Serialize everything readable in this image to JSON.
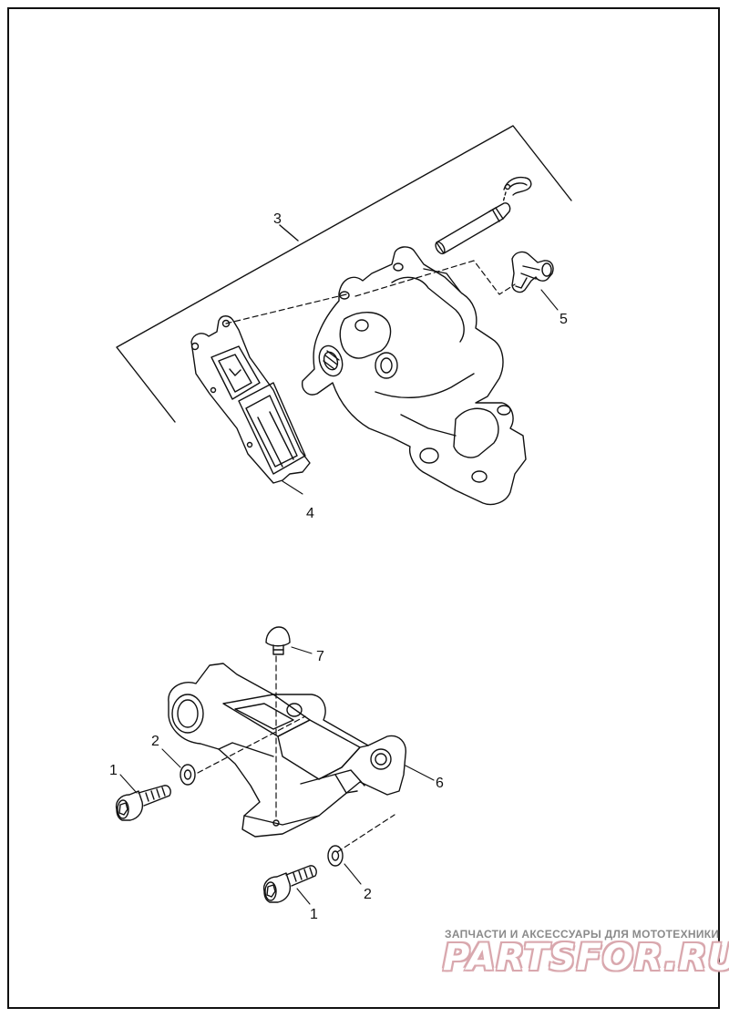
{
  "callouts": {
    "c3": "3",
    "c4": "4",
    "c5": "5",
    "c7": "7",
    "c2a": "2",
    "c1a": "1",
    "c6": "6",
    "c2b": "2",
    "c1b": "1"
  },
  "watermark": {
    "tagline": "ЗАПЧАСТИ И АКСЕССУАРЫ ДЛЯ МОТОТЕХНИКИ",
    "logo": "PARTSFOR.RU"
  },
  "colors": {
    "ink": "#111111",
    "watermark_pink": "#d9a8ae",
    "watermark_gray": "#8a8a8a"
  }
}
